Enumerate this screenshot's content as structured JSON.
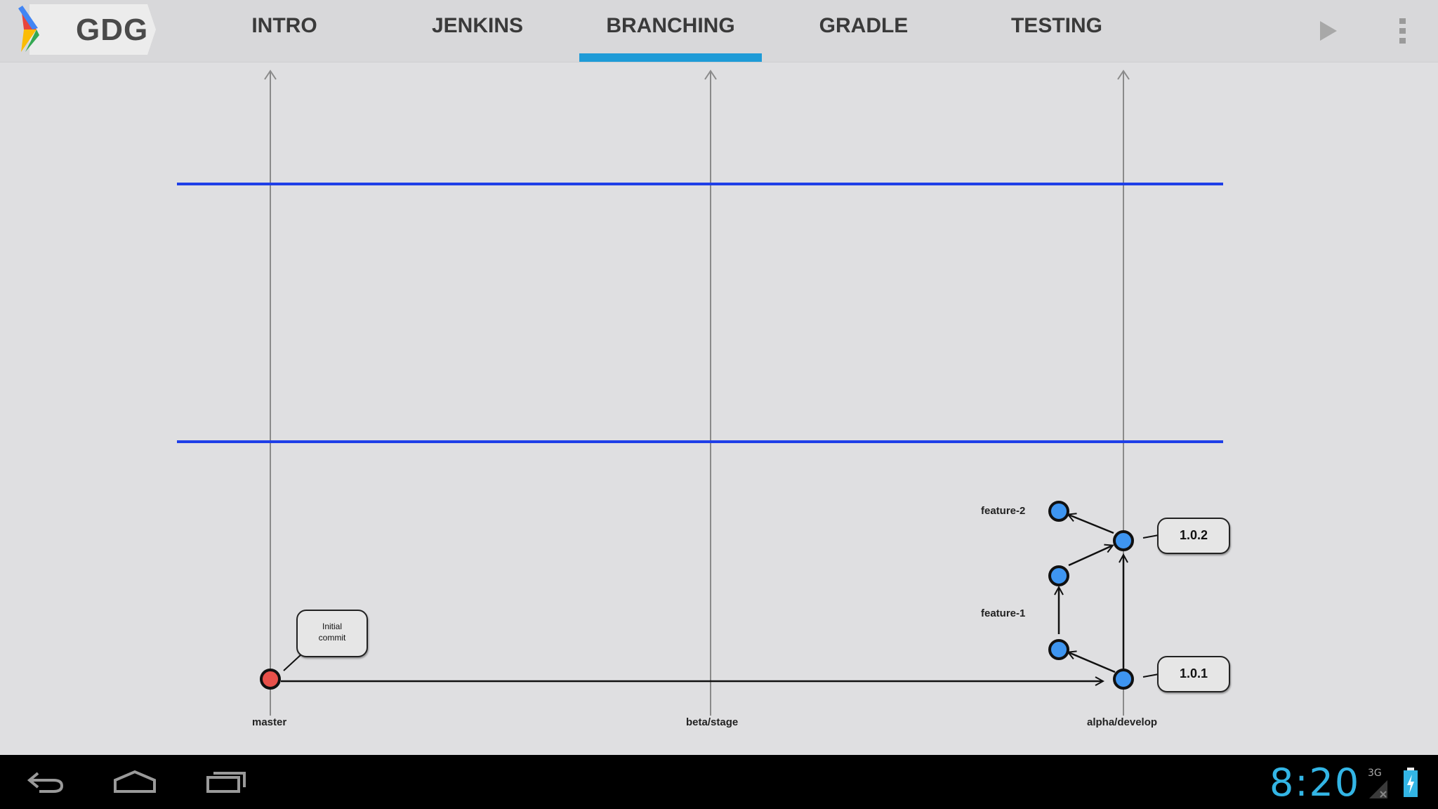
{
  "app": {
    "logo_text": "GDG"
  },
  "tabs": [
    {
      "label": "INTRO",
      "active": false
    },
    {
      "label": "JENKINS",
      "active": false
    },
    {
      "label": "BRANCHING",
      "active": true
    },
    {
      "label": "GRADLE",
      "active": false
    },
    {
      "label": "TESTING",
      "active": false
    }
  ],
  "actions": {
    "play_icon": "play-icon",
    "overflow_icon": "overflow-menu-icon"
  },
  "diagram": {
    "branches": [
      {
        "label": "master"
      },
      {
        "label": "beta/stage"
      },
      {
        "label": "alpha/develop"
      }
    ],
    "feature_labels": {
      "feature_2": "feature-2",
      "feature_1": "feature-1"
    },
    "callouts": {
      "initial_line1": "Initial",
      "initial_line2": "commit",
      "v101": "1.0.1",
      "v102": "1.0.2"
    },
    "colors": {
      "initial_commit": "#e8504a",
      "commit": "#3e95f0",
      "separator": "#1f3fe8",
      "accent": "#1e9bd7"
    }
  },
  "system": {
    "time": "8:20",
    "network": "3G"
  }
}
